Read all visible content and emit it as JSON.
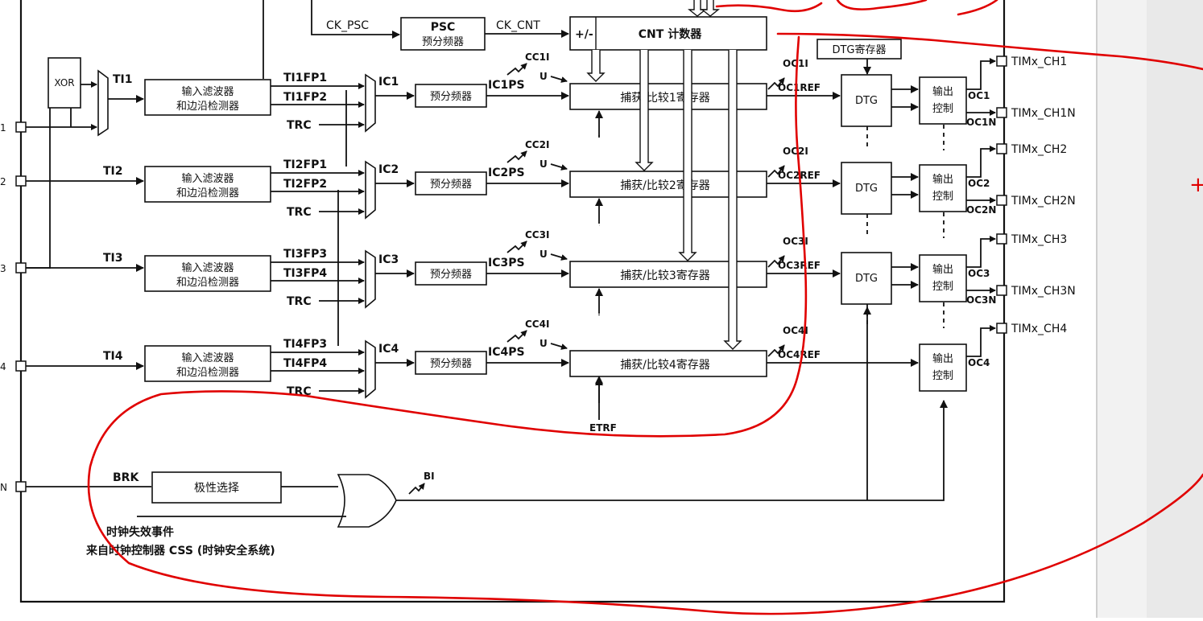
{
  "xor_label": "XOR",
  "psc": {
    "title": "PSC",
    "subtitle": "预分频器",
    "in_label": "CK_PSC",
    "out_label": "CK_CNT"
  },
  "cnt": {
    "label": "CNT 计数器",
    "updown": "+/-"
  },
  "dtg_register": "DTG寄存器",
  "filter_label_1": "输入滤波器",
  "filter_label_2": "和边沿检测器",
  "prescaler_label": "预分频器",
  "dtg_label": "DTG",
  "output_ctrl_1": "输出",
  "output_ctrl_2": "控制",
  "trc_label": "TRC",
  "u_label": "U",
  "channels": [
    {
      "ti": "TI1",
      "fpa": "TI1FP1",
      "fpb": "TI1FP2",
      "ic": "IC1",
      "icps": "IC1PS",
      "cci": "CC1I",
      "reg": "捕获/比较1寄存器",
      "oci": "OC1I",
      "ocref": "OC1REF",
      "oc": "OC1",
      "ocn": "OC1N",
      "pin": "TIMx_CH1",
      "pinn": "TIMx_CH1N",
      "left_pin": "1"
    },
    {
      "ti": "TI2",
      "fpa": "TI2FP1",
      "fpb": "TI2FP2",
      "ic": "IC2",
      "icps": "IC2PS",
      "cci": "CC2I",
      "reg": "捕获/比较2寄存器",
      "oci": "OC2I",
      "ocref": "OC2REF",
      "oc": "OC2",
      "ocn": "OC2N",
      "pin": "TIMx_CH2",
      "pinn": "TIMx_CH2N",
      "left_pin": "2"
    },
    {
      "ti": "TI3",
      "fpa": "TI3FP3",
      "fpb": "TI3FP4",
      "ic": "IC3",
      "icps": "IC3PS",
      "cci": "CC3I",
      "reg": "捕获/比较3寄存器",
      "oci": "OC3I",
      "ocref": "OC3REF",
      "oc": "OC3",
      "ocn": "OC3N",
      "pin": "TIMx_CH3",
      "pinn": "TIMx_CH3N",
      "left_pin": "3"
    },
    {
      "ti": "TI4",
      "fpa": "TI4FP3",
      "fpb": "TI4FP4",
      "ic": "IC4",
      "icps": "IC4PS",
      "cci": "CC4I",
      "reg": "捕获/比较4寄存器",
      "oci": "OC4I",
      "ocref": "OC4REF",
      "oc": "OC4",
      "ocn": "",
      "pin": "TIMx_CH4",
      "pinn": "",
      "left_pin": "4"
    }
  ],
  "etrf_label": "ETRF",
  "brk": {
    "label": "BRK",
    "polarity": "极性选择",
    "bi": "BI",
    "left_pin": "N"
  },
  "clock_fail_1": "时钟失效事件",
  "clock_fail_2": "来自时钟控制器 CSS (时钟安全系统)",
  "plus_marker": "+",
  "colors": {
    "annotation": "#e00000",
    "line": "#111111",
    "sidebar": "#ececec"
  }
}
